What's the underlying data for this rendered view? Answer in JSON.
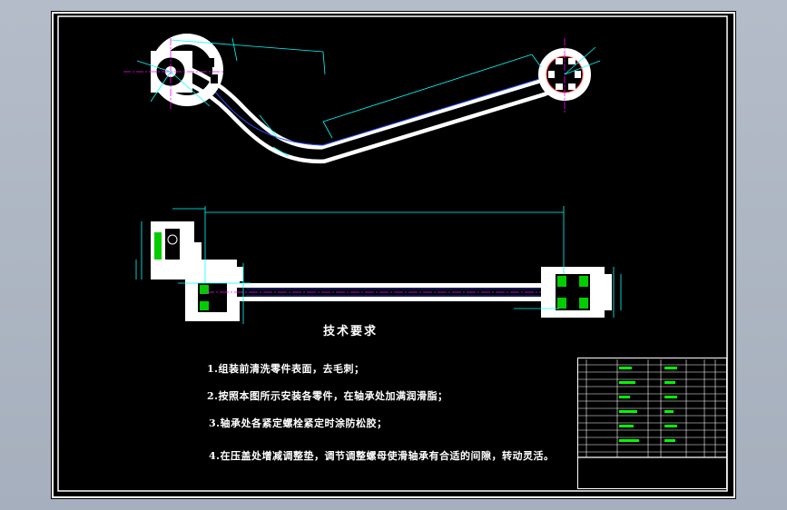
{
  "technical_requirements": {
    "title": "技术要求",
    "items": [
      "1.组装前清洗零件表面，去毛刺；",
      "2.按照本图所示安装各零件，在轴承处加满润滑脂；",
      "3.轴承处各紧定螺栓紧定时涂防松胶；",
      "4.在压盖处增减调整垫，调节调整螺母使滑轴承有合适的间隙，转动灵活。"
    ]
  },
  "colors": {
    "sheet_background": "#000000",
    "frame_lines": "#ffffff",
    "dimension_lines": "#00ffff",
    "center_lines": "#ff00ff",
    "part_outline": "#ffffff",
    "hatch": "#00ff00",
    "window_background": "#aeb6c3"
  }
}
